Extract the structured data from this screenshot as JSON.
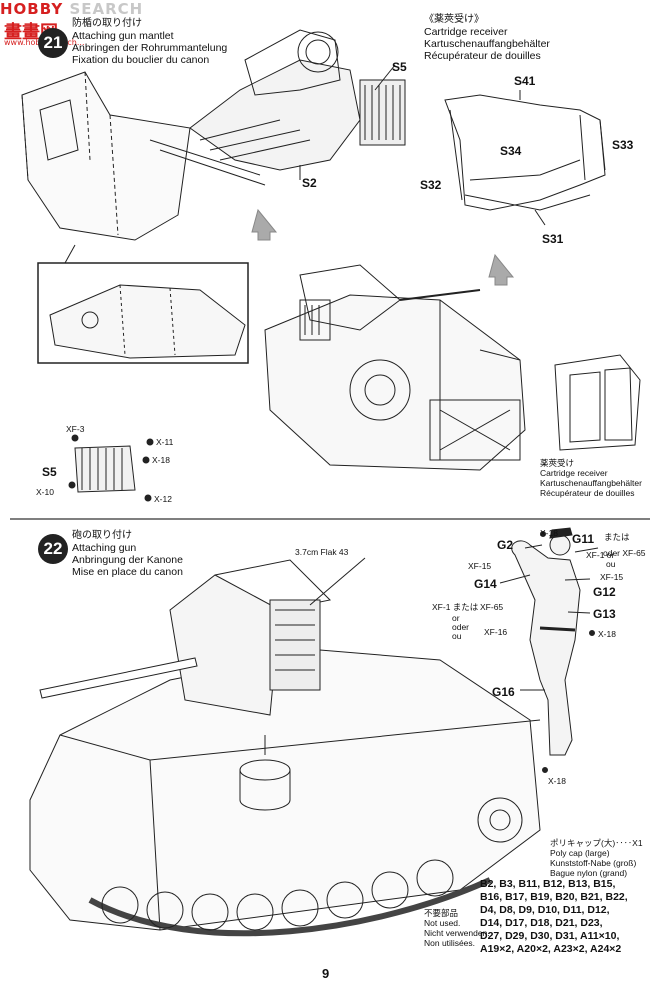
{
  "watermark": {
    "hobby": "HOBBY",
    "search": "SEARCH",
    "brand": "畫畫网",
    "url": "www.hobbysearch..."
  },
  "step21": {
    "number": "21",
    "jp": "防楯の取り付け",
    "en": "Attaching gun mantlet",
    "de": "Anbringen der Rohrummantelung",
    "fr": "Fixation du bouclier du canon",
    "parts": {
      "s5": "S5",
      "s2": "S2",
      "s5b": "S5"
    },
    "paints": {
      "xf3": "XF-3",
      "x11": "X-11",
      "x18": "X-18",
      "x10": "X-10",
      "x12": "X-12"
    }
  },
  "receiver": {
    "jp": "《薬莢受け》",
    "en": "Cartridge receiver",
    "de": "Kartuschenauffangbehälter",
    "fr": "Récupérateur de douilles",
    "parts": {
      "s41": "S41",
      "s33": "S33",
      "s34": "S34",
      "s32": "S32",
      "s31": "S31"
    }
  },
  "receiver_note": {
    "jp": "薬莢受け",
    "en": "Cartridge receiver",
    "de": "Kartuschenauffangbehälter",
    "fr": "Récupérateur de douilles"
  },
  "step22": {
    "number": "22",
    "jp": "砲の取り付け",
    "en": "Attaching gun",
    "de": "Anbringung der Kanone",
    "fr": "Mise en place du canon",
    "flak": "3.7cm  Flak 43"
  },
  "figure": {
    "g2": "G2",
    "g11": "G11",
    "g12": "G12",
    "g13": "G13",
    "g14": "G14",
    "g16": "G16",
    "x18a": "X-18",
    "x18b": "X-18",
    "x18c": "X-18",
    "xf15a": "XF-15",
    "xf15b": "XF-15",
    "xf65a": "XF-65",
    "xf65b": "XF-65",
    "xf1a": "XF-1",
    "xf1b": "XF-1",
    "xf16": "XF-16",
    "or_jp": "または",
    "or_en": "or",
    "or_de": "oder",
    "or_fr": "ou",
    "or_jp2": "または",
    "or_en2": "or",
    "or_de2": "oder",
    "or_fr2": "ou"
  },
  "polycap": {
    "jp": "ポリキャップ(大)‥‥X1",
    "en": "Poly cap (large)",
    "de": "Kunststoff-Nabe (groß)",
    "fr": "Bague nylon (grand)"
  },
  "not_used": {
    "jp": "不要部品",
    "en": "Not used.",
    "de": "Nicht verwenden.",
    "fr": "Non utilisées.",
    "lines": [
      "B2, B3, B11, B12, B13, B15,",
      "B16, B17, B19, B20, B21, B22,",
      "D4, D8, D9, D10, D11, D12,",
      "D14, D17, D18, D21, D23,",
      "D27, D29, D30, D31, A11×10,",
      "A19×2, A20×2, A23×2, A24×2"
    ]
  },
  "page_number": "9"
}
